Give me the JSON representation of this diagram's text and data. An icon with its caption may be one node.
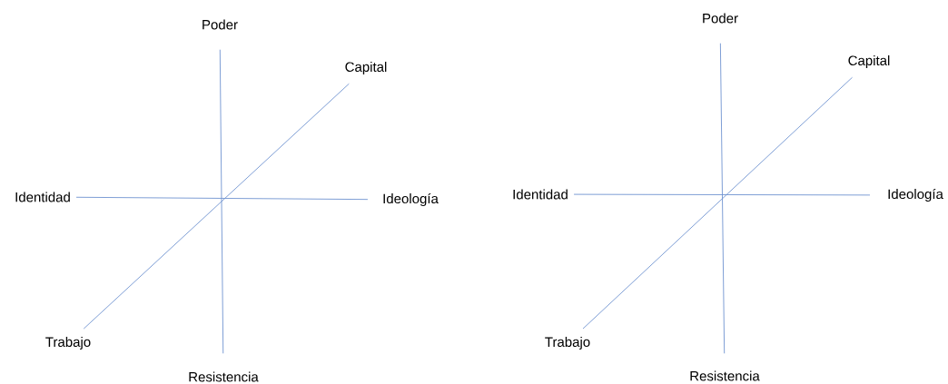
{
  "diagram": {
    "nodes": [
      {
        "text": [
          "Poder"
        ]
      },
      {
        "text": [
          "Capital"
        ]
      },
      {
        "text": [
          "Identidad"
        ]
      },
      {
        "text": [
          "Ideología"
        ]
      },
      {
        "text": [
          "Trabajo"
        ]
      },
      {
        "text": [
          "Resistencia"
        ]
      },
      {
        "text": [
          "Poder"
        ]
      },
      {
        "text": [
          "Capital"
        ]
      },
      {
        "text": [
          "Identidad"
        ]
      },
      {
        "text": [
          "Ideología"
        ]
      },
      {
        "text": [
          "Trabajo"
        ]
      },
      {
        "text": [
          "Resistencia"
        ]
      }
    ],
    "edges": [
      {
        "from": 0,
        "to": 5,
        "arrow": "none"
      },
      {
        "from": 2,
        "to": 3,
        "arrow": "none"
      },
      {
        "from": 4,
        "to": 1,
        "arrow": "none"
      },
      {
        "from": 6,
        "to": 11,
        "arrow": "none"
      },
      {
        "from": 8,
        "to": 9,
        "arrow": "none"
      },
      {
        "from": 10,
        "to": 7,
        "arrow": "none"
      }
    ]
  }
}
